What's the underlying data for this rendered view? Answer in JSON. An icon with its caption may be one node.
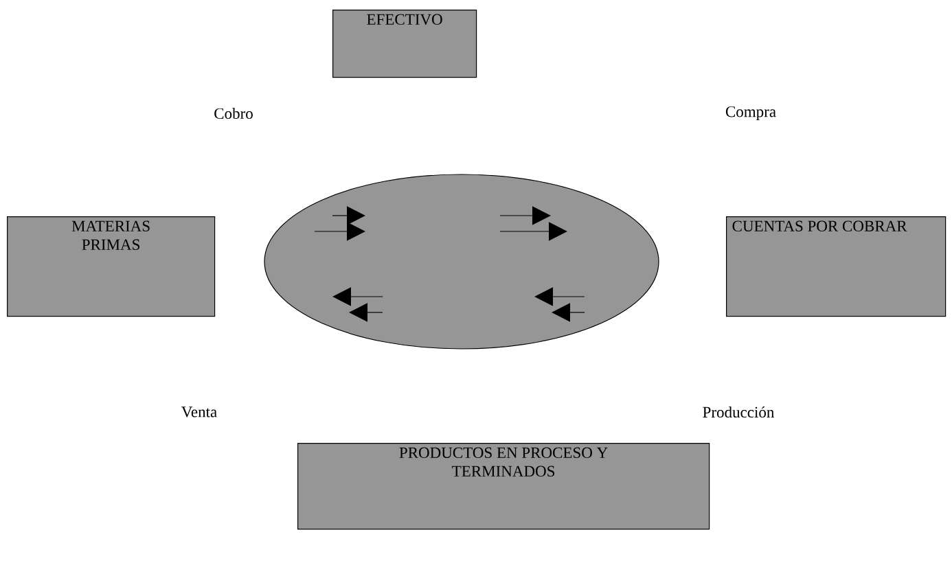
{
  "diagram": {
    "nodes": [
      {
        "text": [
          "EFECTIVO"
        ]
      },
      {
        "text": [
          "MATERIAS PRIMAS"
        ]
      },
      {
        "text": [],
        "shape": "ellipse"
      },
      {
        "text": [
          "CUENTAS POR COBRAR"
        ]
      },
      {
        "text": [
          "PRODUCTOS EN PROCESO Y TERMINADOS"
        ]
      }
    ],
    "labels": [
      "Cobro",
      "Compra",
      "Venta",
      "Producción"
    ]
  }
}
